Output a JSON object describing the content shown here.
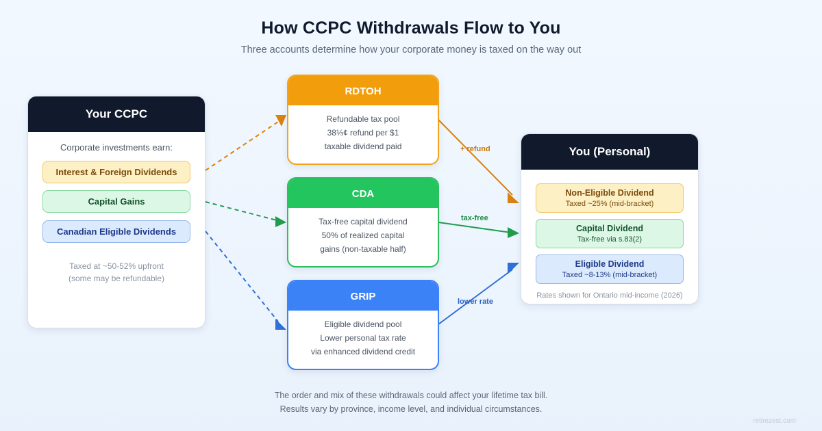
{
  "header": {
    "title": "How CCPC Withdrawals Flow to You",
    "subtitle": "Three accounts determine how your corporate money is taxed on the way out"
  },
  "ccpc": {
    "title": "Your CCPC",
    "intro": "Corporate investments earn:",
    "items": [
      "Interest & Foreign Dividends",
      "Capital Gains",
      "Canadian Eligible Dividends"
    ],
    "note_line1": "Taxed at ~50-52% upfront",
    "note_line2": "(some may be refundable)"
  },
  "accounts": {
    "rdtoh": {
      "title": "RDTOH",
      "lines": [
        "Refundable tax pool",
        "38⅓¢ refund per $1",
        "taxable dividend paid"
      ]
    },
    "cda": {
      "title": "CDA",
      "lines": [
        "Tax-free capital dividend",
        "50% of realized capital",
        "gains (non-taxable half)"
      ]
    },
    "grip": {
      "title": "GRIP",
      "lines": [
        "Eligible dividend pool",
        "Lower personal tax rate",
        "via enhanced dividend credit"
      ]
    }
  },
  "flows": {
    "refund_label": "+ refund",
    "taxfree_label": "tax-free",
    "lowerrate_label": "lower rate"
  },
  "you": {
    "title": "You (Personal)",
    "dividends": [
      {
        "name": "Non-Eligible Dividend",
        "rate": "Taxed ~25% (mid-bracket)"
      },
      {
        "name": "Capital Dividend",
        "rate": "Tax-free via s.83(2)"
      },
      {
        "name": "Eligible Dividend",
        "rate": "Taxed ~8-13% (mid-bracket)"
      }
    ],
    "note": "Rates shown for Ontario mid-income (2026)"
  },
  "footer": {
    "line1": "The order and mix of these withdrawals could affect your lifetime tax bill.",
    "line2": "Results vary by province, income level, and individual circumstances."
  },
  "brand": "retirezest.com",
  "colors": {
    "navy": "#111a2c",
    "amber": "#f29e0c",
    "green": "#22c55e",
    "blue": "#3b82f6",
    "arrow_amber": "#d9820f",
    "arrow_green": "#1f9d4c",
    "arrow_blue": "#2f6fd6"
  }
}
